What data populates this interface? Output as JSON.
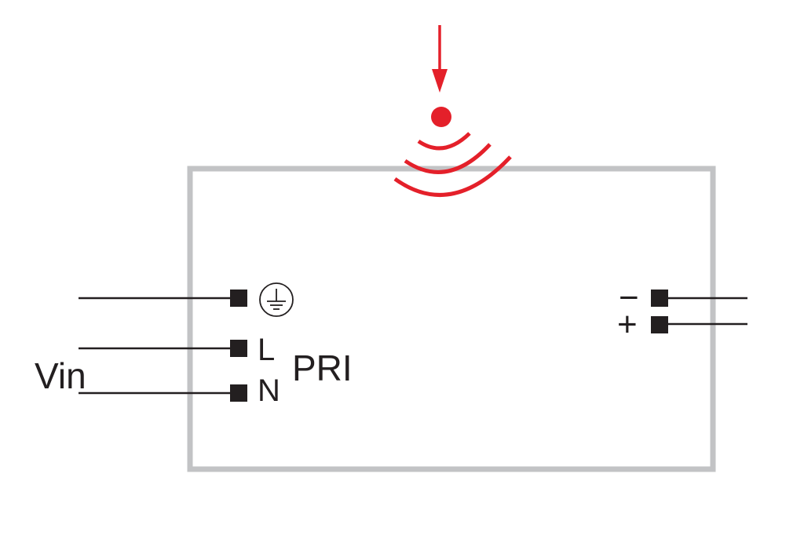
{
  "diagram": {
    "labels": {
      "vin": "Vin",
      "pri": "PRI",
      "line": "L",
      "neutral": "N",
      "minus": "−",
      "plus": "+"
    },
    "icons": {
      "earth": "protective-earth-icon",
      "signal": "wireless-signal-icon",
      "arrow": "arrow-down-icon"
    },
    "colors": {
      "enclosure": "#c2c3c5",
      "wire": "#231f20",
      "terminal": "#231f20",
      "signal": "#e4202a"
    }
  }
}
